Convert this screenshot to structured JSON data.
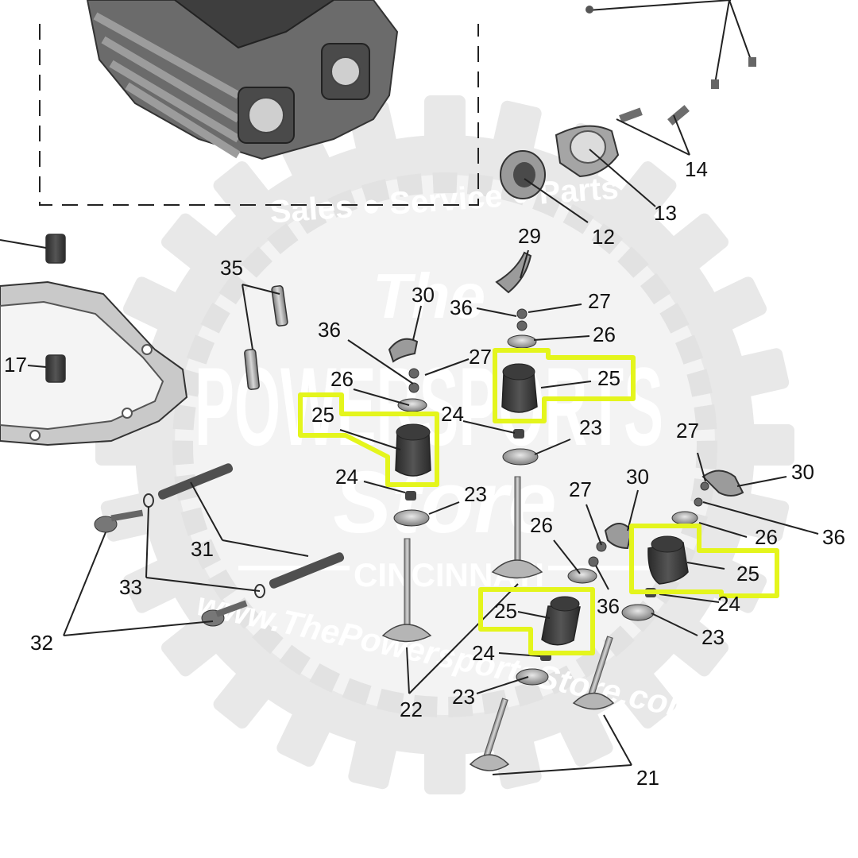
{
  "colors": {
    "highlight": "#e4f51c",
    "part_dark": "#3b3b3b",
    "part_mid": "#8c8c8c",
    "part_light": "#cfcfcf",
    "watermark": "#e6e6e6",
    "leader": "#222222"
  },
  "watermark": {
    "top_arc": "Sales ● Service ● Parts",
    "line1": "The",
    "line2": "POWERSPORTS",
    "line3": "Store",
    "city": "CINCINNATI",
    "url": "www.ThePowersportsStore.com"
  },
  "callouts": {
    "c14": "14",
    "c13": "13",
    "c12": "12",
    "c29": "29",
    "c35": "35",
    "c30a": "30",
    "c36a": "36",
    "c27a": "27",
    "c36b": "36",
    "c26a": "26",
    "c27b": "27",
    "c26b": "26",
    "c25a": "25",
    "c25b": "25",
    "c24a": "24",
    "c23a": "23",
    "c24b": "24",
    "c23b": "23",
    "c17": "17",
    "c31": "31",
    "c33": "33",
    "c32": "32",
    "c27c": "27",
    "c30b": "30",
    "c27d": "27",
    "c30c": "30",
    "c36c": "36",
    "c26c": "26",
    "c26d": "26",
    "c25c": "25",
    "c24c": "24",
    "c36d": "36",
    "c25d": "25",
    "c23c": "23",
    "c24d": "24",
    "c23d": "23",
    "c22": "22",
    "c21": "21"
  },
  "icons": [
    "cylinder-head-illustration",
    "head-gasket-illustration",
    "valve-illustration",
    "valve-seal-illustration",
    "rocker-arm-illustration"
  ]
}
